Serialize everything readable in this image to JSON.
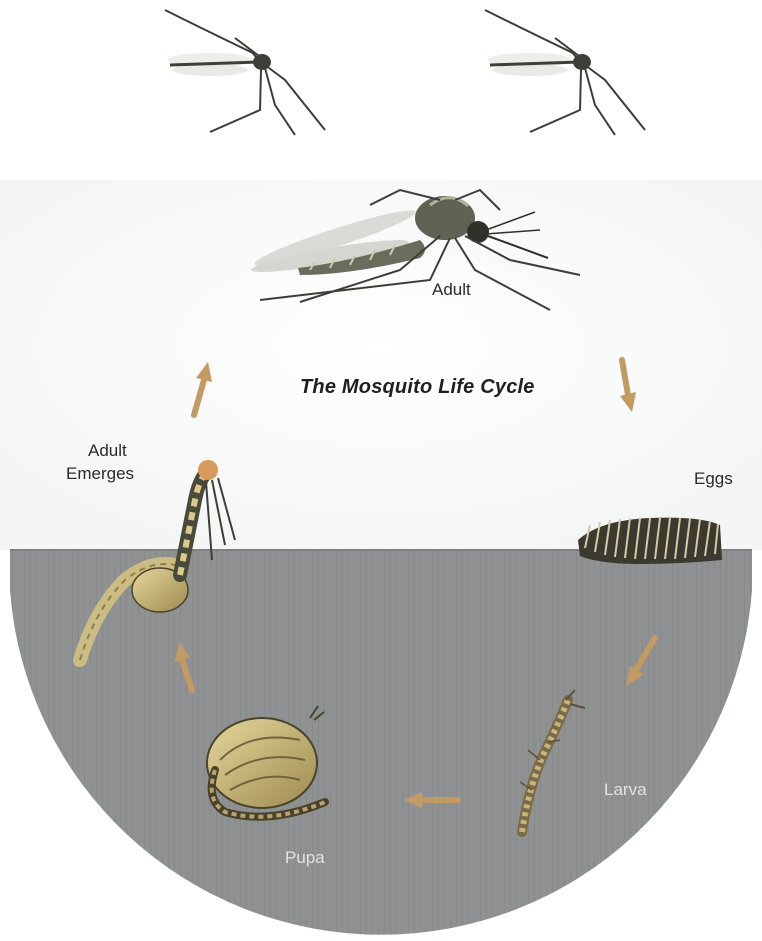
{
  "diagram": {
    "title": "The Mosquito Life Cycle",
    "stages": {
      "adult": "Adult",
      "eggs": "Eggs",
      "larva": "Larva",
      "pupa": "Pupa",
      "adult_emerges": [
        "Adult",
        "Emerges"
      ]
    }
  },
  "colors": {
    "water": "#8e9091",
    "arrow": "#c39a62",
    "insect_dark": "#3b3f36",
    "insect_body": "#c9b77a"
  },
  "icons": [
    "mosquito-icon",
    "mosquito-icon",
    "adult-mosquito-illustration",
    "egg-raft-illustration",
    "larva-illustration",
    "pupa-illustration",
    "emerging-adult-illustration",
    "cycle-arrow-icon"
  ]
}
